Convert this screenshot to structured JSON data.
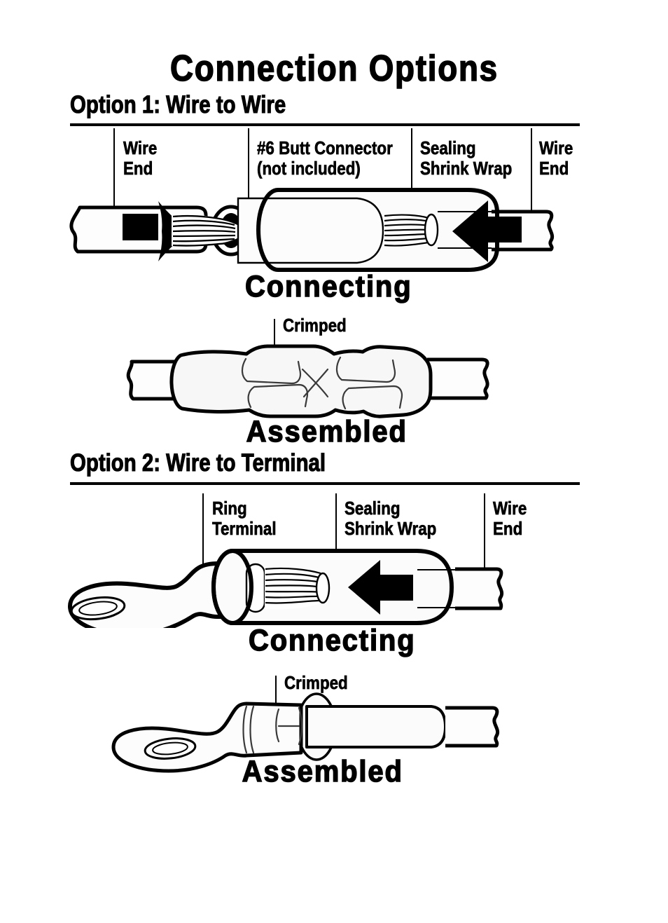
{
  "title": "Connection Options",
  "ink": "#000000",
  "paper": "#ffffff",
  "option1": {
    "heading": "Option 1: Wire to Wire",
    "labels": {
      "wire_end_left": {
        "line1": "Wire",
        "line2": "End"
      },
      "butt_connector": {
        "line1": "#6 Butt Connector",
        "line2": "(not included)"
      },
      "shrink_wrap": {
        "line1": "Sealing",
        "line2": "Shrink Wrap"
      },
      "wire_end_right": {
        "line1": "Wire",
        "line2": "End"
      }
    },
    "connecting_caption": "Connecting",
    "crimped_label": "Crimped",
    "assembled_caption": "Assembled"
  },
  "option2": {
    "heading": "Option 2: Wire to Terminal",
    "labels": {
      "ring_terminal": {
        "line1": "Ring",
        "line2": "Terminal"
      },
      "shrink_wrap": {
        "line1": "Sealing",
        "line2": "Shrink Wrap"
      },
      "wire_end": {
        "line1": "Wire",
        "line2": "End"
      }
    },
    "connecting_caption": "Connecting",
    "crimped_label": "Crimped",
    "assembled_caption": "Assembled"
  }
}
